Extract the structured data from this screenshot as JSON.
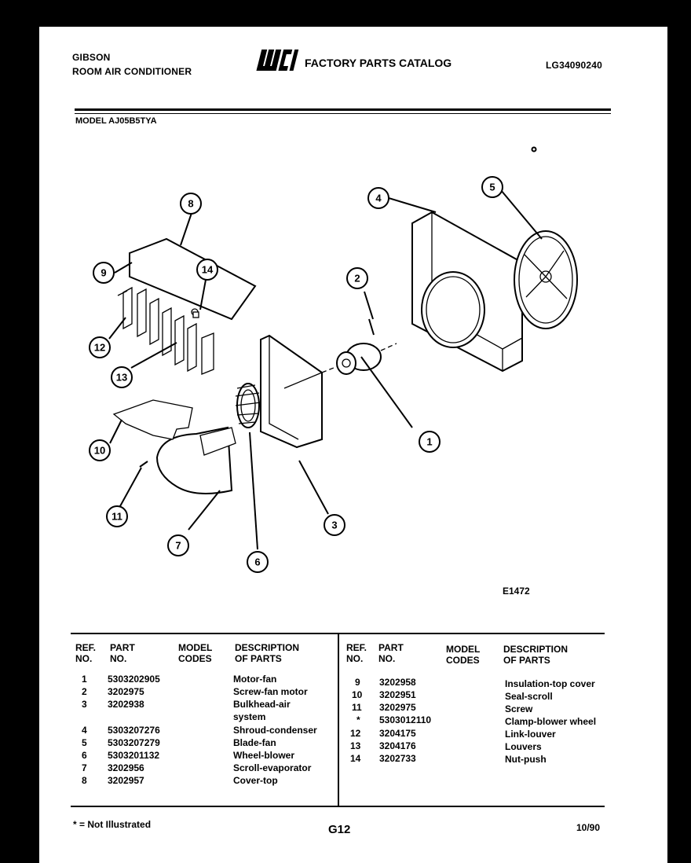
{
  "header": {
    "brand": "GIBSON",
    "product": "ROOM AIR CONDITIONER",
    "logo_text": "WCI",
    "catalog_title": "FACTORY PARTS CATALOG",
    "catalog_number": "LG34090240",
    "model_line": "MODEL AJ05B5TYA"
  },
  "diagram": {
    "figure_id": "E1472",
    "callouts": [
      "1",
      "2",
      "3",
      "4",
      "5",
      "6",
      "7",
      "8",
      "9",
      "10",
      "11",
      "12",
      "13",
      "14"
    ]
  },
  "table": {
    "headers": {
      "ref": [
        "REF.",
        "NO."
      ],
      "part": [
        "PART",
        "NO."
      ],
      "model": [
        "MODEL",
        "CODES"
      ],
      "desc": [
        "DESCRIPTION",
        "OF PARTS"
      ]
    },
    "left_rows": [
      {
        "ref": "1",
        "part": "5303202905",
        "codes": "",
        "desc": "Motor-fan"
      },
      {
        "ref": "2",
        "part": "3202975",
        "codes": "",
        "desc": "Screw-fan motor"
      },
      {
        "ref": "3",
        "part": "3202938",
        "codes": "",
        "desc": "Bulkhead-air"
      },
      {
        "ref": "",
        "part": "",
        "codes": "",
        "desc": "system"
      },
      {
        "ref": "4",
        "part": "5303207276",
        "codes": "",
        "desc": "Shroud-condenser"
      },
      {
        "ref": "5",
        "part": "5303207279",
        "codes": "",
        "desc": "Blade-fan"
      },
      {
        "ref": "6",
        "part": "5303201132",
        "codes": "",
        "desc": "Wheel-blower"
      },
      {
        "ref": "7",
        "part": "3202956",
        "codes": "",
        "desc": "Scroll-evaporator"
      },
      {
        "ref": "8",
        "part": "3202957",
        "codes": "",
        "desc": "Cover-top"
      }
    ],
    "right_rows": [
      {
        "ref": "9",
        "part": "3202958",
        "codes": "",
        "desc": "Insulation-top cover"
      },
      {
        "ref": "10",
        "part": "3202951",
        "codes": "",
        "desc": "Seal-scroll"
      },
      {
        "ref": "11",
        "part": "3202975",
        "codes": "",
        "desc": "Screw"
      },
      {
        "ref": "*",
        "part": "5303012110",
        "codes": "",
        "desc": "Clamp-blower wheel"
      },
      {
        "ref": "12",
        "part": "3204175",
        "codes": "",
        "desc": "Link-louver"
      },
      {
        "ref": "13",
        "part": "3204176",
        "codes": "",
        "desc": "Louvers"
      },
      {
        "ref": "14",
        "part": "3202733",
        "codes": "",
        "desc": "Nut-push"
      }
    ]
  },
  "footer": {
    "note": "* = Not Illustrated",
    "page": "G12",
    "date": "10/90"
  }
}
